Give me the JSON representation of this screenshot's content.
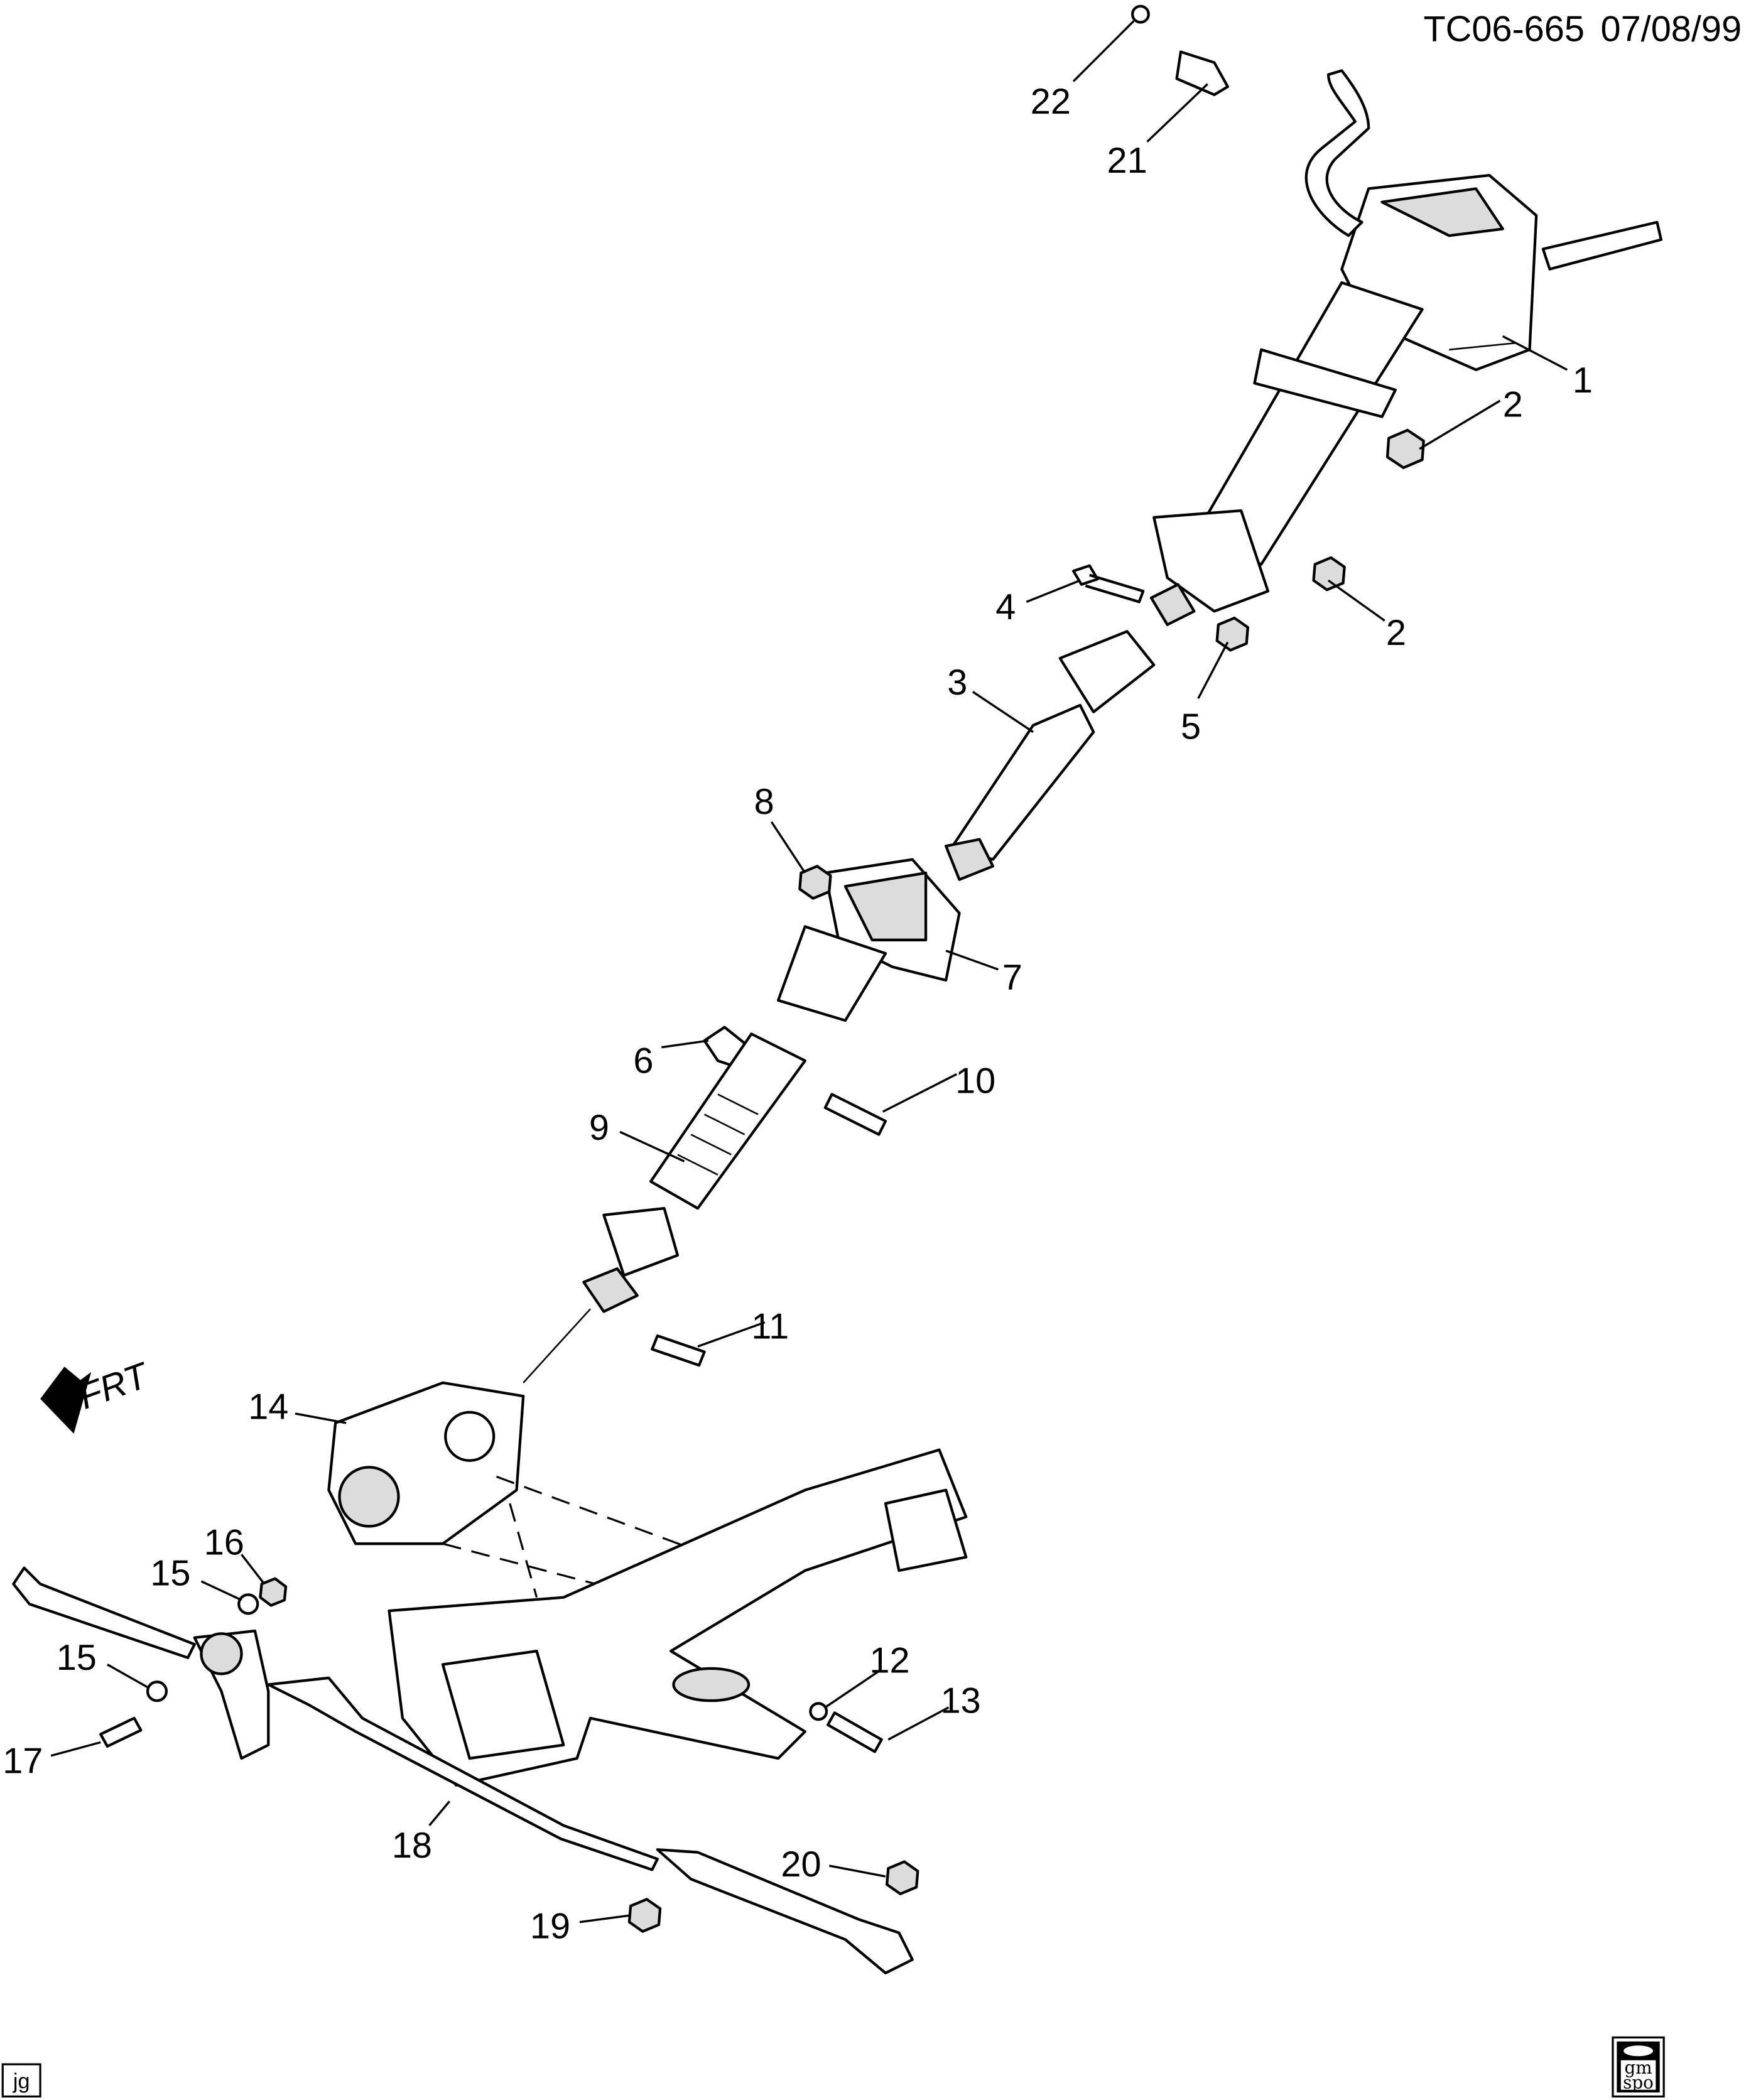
{
  "header": {
    "code": "TC06-665",
    "date": "07/08/99"
  },
  "direction": {
    "label": "FRT"
  },
  "author_initials": "jg",
  "logo": {
    "text_top": "gm",
    "text_bottom": "spo"
  },
  "callouts": [
    {
      "id": "c1",
      "number": "1"
    },
    {
      "id": "c2a",
      "number": "2"
    },
    {
      "id": "c2b",
      "number": "2"
    },
    {
      "id": "c3",
      "number": "3"
    },
    {
      "id": "c4",
      "number": "4"
    },
    {
      "id": "c5",
      "number": "5"
    },
    {
      "id": "c6",
      "number": "6"
    },
    {
      "id": "c7",
      "number": "7"
    },
    {
      "id": "c8",
      "number": "8"
    },
    {
      "id": "c9",
      "number": "9"
    },
    {
      "id": "c10",
      "number": "10"
    },
    {
      "id": "c11",
      "number": "11"
    },
    {
      "id": "c12",
      "number": "12"
    },
    {
      "id": "c13",
      "number": "13"
    },
    {
      "id": "c14",
      "number": "14"
    },
    {
      "id": "c15a",
      "number": "15"
    },
    {
      "id": "c15b",
      "number": "15"
    },
    {
      "id": "c16",
      "number": "16"
    },
    {
      "id": "c17",
      "number": "17"
    },
    {
      "id": "c18",
      "number": "18"
    },
    {
      "id": "c19",
      "number": "19"
    },
    {
      "id": "c20",
      "number": "20"
    },
    {
      "id": "c21",
      "number": "21"
    },
    {
      "id": "c22",
      "number": "22"
    }
  ]
}
